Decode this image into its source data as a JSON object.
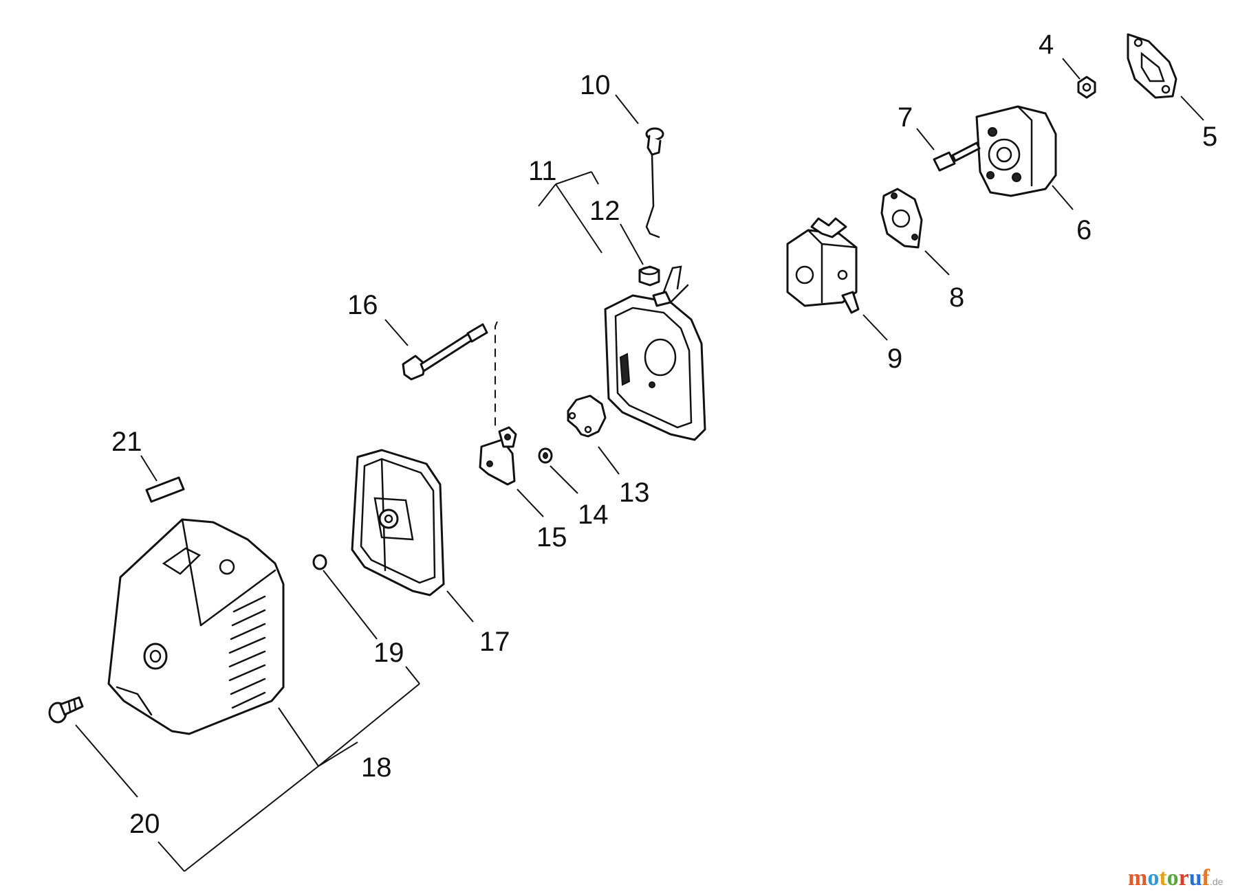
{
  "diagram": {
    "callouts": [
      {
        "id": "4",
        "label": "4"
      },
      {
        "id": "5",
        "label": "5"
      },
      {
        "id": "6",
        "label": "6"
      },
      {
        "id": "7",
        "label": "7"
      },
      {
        "id": "8",
        "label": "8"
      },
      {
        "id": "9",
        "label": "9"
      },
      {
        "id": "10",
        "label": "10"
      },
      {
        "id": "11",
        "label": "11"
      },
      {
        "id": "12",
        "label": "12"
      },
      {
        "id": "13",
        "label": "13"
      },
      {
        "id": "14",
        "label": "14"
      },
      {
        "id": "15",
        "label": "15"
      },
      {
        "id": "16",
        "label": "16"
      },
      {
        "id": "17",
        "label": "17"
      },
      {
        "id": "18",
        "label": "18"
      },
      {
        "id": "19",
        "label": "19"
      },
      {
        "id": "20",
        "label": "20"
      },
      {
        "id": "21",
        "label": "21"
      }
    ]
  },
  "watermark": {
    "letters": [
      "m",
      "o",
      "t",
      "o",
      "r",
      "u",
      "f"
    ],
    "colors": [
      "#e05a2a",
      "#2a9bd6",
      "#e3a21a",
      "#5aa83a",
      "#d6402a",
      "#2a6fd6",
      "#e07a2a"
    ],
    "suffix": ".de"
  }
}
